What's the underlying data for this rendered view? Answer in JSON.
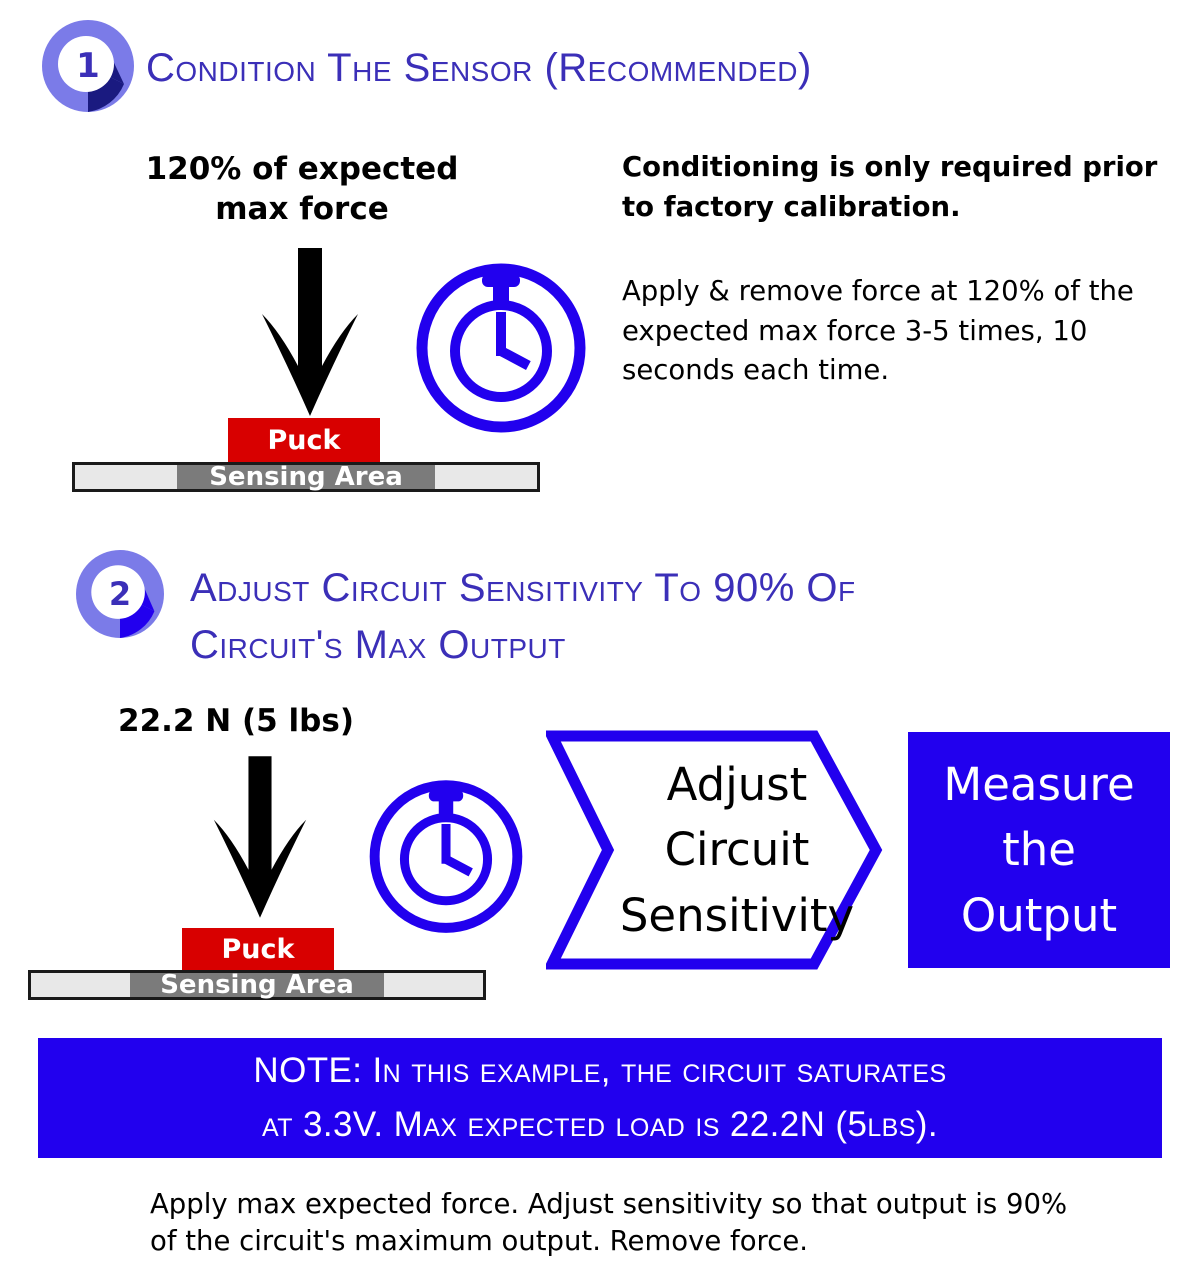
{
  "colors": {
    "indigo": "#3B2FB8",
    "blue": "#2200EE",
    "navy": "#1A1A80",
    "periwinkle": "#7B7BE8",
    "red": "#D80000",
    "gray_dark": "#7B7B7B",
    "gray_light": "#E8E8E8",
    "white": "#FFFFFF",
    "black": "#000000"
  },
  "steps": [
    {
      "number": "1",
      "title": "Condition The Sensor (Recommended)",
      "force_label": "120% of expected\nmax force",
      "puck_label": "Puck",
      "sensing_label": "Sensing Area",
      "notes": [
        "Conditioning is only required prior to factory calibration.",
        "Apply & remove force at 120% of the expected max force 3-5 times, 10 seconds each time."
      ]
    },
    {
      "number": "2",
      "title": "Adjust Circuit Sensitivity To 90% Of\nCircuit's Max Output",
      "force_label": "22.2 N (5 lbs)",
      "puck_label": "Puck",
      "sensing_label": "Sensing Area"
    }
  ],
  "flow": {
    "chevron_lines": [
      "Adjust",
      "Circuit",
      "Sensitivity"
    ],
    "measure_lines": [
      "Measure",
      "the",
      "Output"
    ]
  },
  "note_banner": {
    "line1": "NOTE:  In this example, the circuit saturates",
    "line2": "at  3.3V. Max  expected load is  22.2N (5lbs)."
  },
  "footer": {
    "text": "Apply max expected force. Adjust sensitivity so that output is 90% of the circuit's maximum output. Remove force."
  },
  "icons": {
    "stopwatch": "stopwatch-icon",
    "arrow": "down-arrow-icon"
  }
}
